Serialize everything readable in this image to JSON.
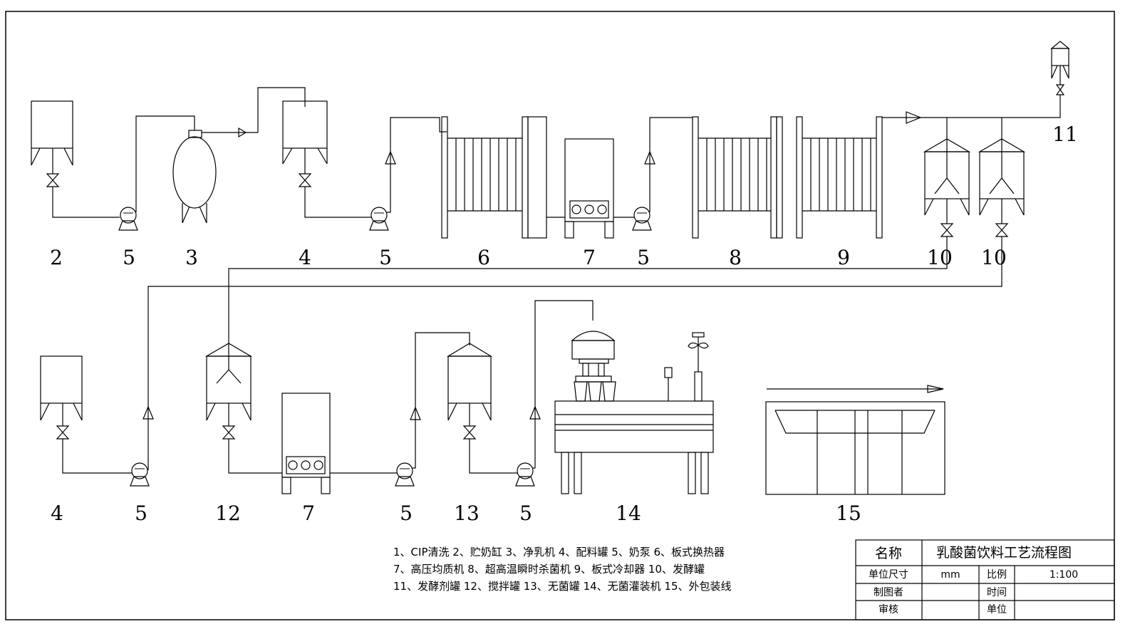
{
  "labels": {
    "l2": "2",
    "l5a": "5",
    "l3": "3",
    "l4a": "4",
    "l5b": "5",
    "l6": "6",
    "l7a": "7",
    "l5c": "5",
    "l8": "8",
    "l9": "9",
    "l10a": "10",
    "l10b": "10",
    "l11": "11",
    "l4b": "4",
    "l5d": "5",
    "l12": "12",
    "l7b": "7",
    "l5e": "5",
    "l13": "13",
    "l5f": "5",
    "l14": "14",
    "l15": "15"
  },
  "legend": {
    "line1": "1、CIP清洗 2、贮奶缸 3、净乳机 4、配料罐 5、奶泵 6、板式换热器",
    "line2": "7、高压均质机 8、超高温瞬时杀菌机 9、板式冷却器 10、发酵罐",
    "line3": "11、发酵剂罐 12、搅拌罐 13、无菌罐 14、无菌灌装机 15、外包装线"
  },
  "title_block": {
    "name_label": "名称",
    "name_value": "乳酸菌饮料工艺流程图",
    "unit_size_label": "单位尺寸",
    "unit_size_value": "mm",
    "scale_label": "比例",
    "scale_value": "1:100",
    "drafter_label": "制图者",
    "drafter_value": "",
    "time_label": "时间",
    "time_value": "",
    "reviewer_label": "审核",
    "reviewer_value": "",
    "unit_label": "单位",
    "unit_value": ""
  }
}
